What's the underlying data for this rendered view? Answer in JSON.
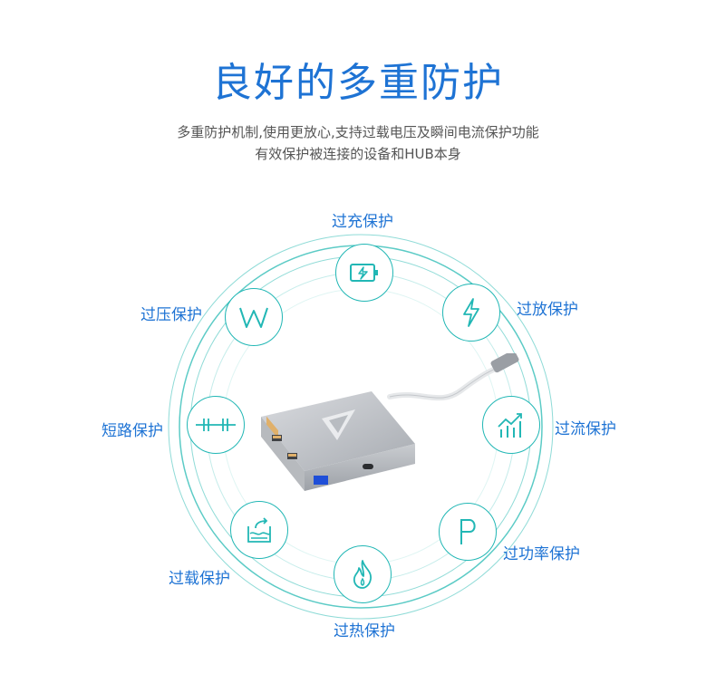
{
  "header": {
    "title": "良好的多重防护",
    "subtitle_line1": "多重防护机制,使用更放心,支持过载电压及瞬间电流保护功能",
    "subtitle_line2": "有效保护被连接的设备和HUB本身"
  },
  "features": [
    {
      "label": "过充保护",
      "icon": "battery-charge-icon"
    },
    {
      "label": "过放保护",
      "icon": "lightning-bolt-icon"
    },
    {
      "label": "过流保护",
      "icon": "rising-bar-chart-icon"
    },
    {
      "label": "过功率保护",
      "icon": "letter-p-icon"
    },
    {
      "label": "过热保护",
      "icon": "flame-icon"
    },
    {
      "label": "过载保护",
      "icon": "overflow-container-icon"
    },
    {
      "label": "短路保护",
      "icon": "short-circuit-icon"
    },
    {
      "label": "过压保护",
      "icon": "letter-w-icon"
    }
  ],
  "colors": {
    "accent_blue": "#1e73d4",
    "teal": "#22b7b5",
    "text_gray": "#555555"
  }
}
